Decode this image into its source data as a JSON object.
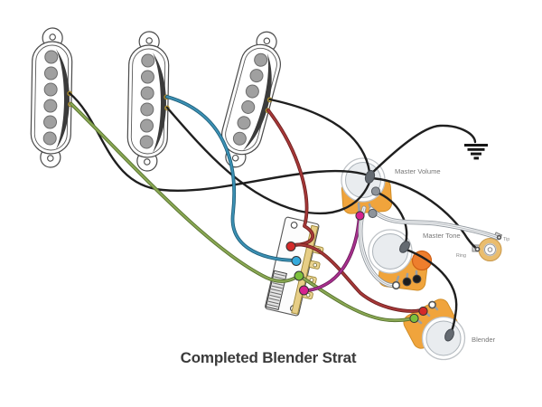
{
  "title": "Completed Blender Strat",
  "labels": {
    "master_volume": "Master Volume",
    "master_tone": "Master Tone",
    "blender": "Blender",
    "tip": "Tip",
    "ring": "Ring"
  },
  "components": {
    "pickups": [
      "neck-pickup",
      "middle-pickup",
      "bridge-pickup"
    ],
    "switch": "5-way-selector-switch",
    "pots": [
      "master-volume-pot",
      "master-tone-pot",
      "blender-pot"
    ],
    "capacitor": "tone-capacitor",
    "jack": "output-jack",
    "ground": "ground-symbol"
  },
  "colors": {
    "wire_black": "#1f1f1f",
    "wire_green": "#8aa854",
    "wire_green_outline": "#55702c",
    "wire_blue": "#3c91b4",
    "wire_blue_outline": "#1d5e7a",
    "wire_red": "#a63838",
    "wire_red_outline": "#6e1f1f",
    "wire_magenta": "#a8308e",
    "wire_magenta_outline": "#6d1b5b",
    "wire_white": "#f5f6f7",
    "wire_white_outline": "#8e959c",
    "dot_red": "#d42a2a",
    "dot_blue": "#35aadc",
    "dot_green": "#7cc03c",
    "dot_magenta": "#d6218f",
    "pot_base": "#f0a43c",
    "capacitor_color": "#ee7e2d",
    "jack_tan": "#eabd6e",
    "solder_gray": "#646a71"
  }
}
